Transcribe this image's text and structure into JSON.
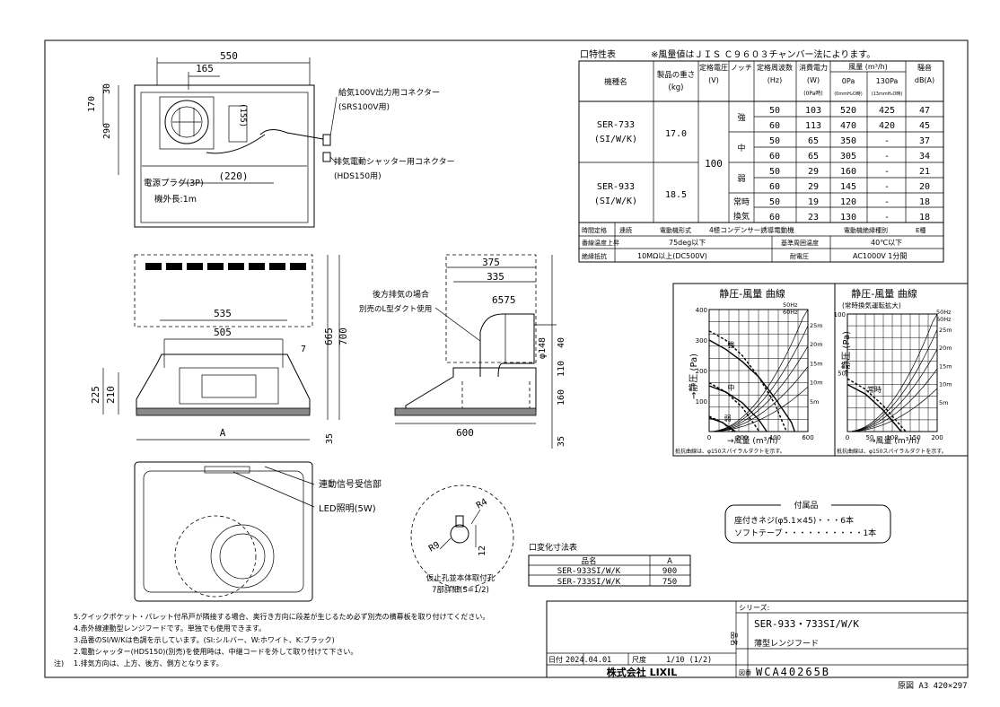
{
  "spec_table": {
    "title": "口特性表",
    "note": "※風量値はＪＩＳ Ｃ９６０３チャンバー法によります。",
    "headers": {
      "model": "機種名",
      "weight": "製品の重さ",
      "weight_unit": "(kg)",
      "voltage": "定格電圧",
      "voltage_unit": "(V)",
      "notch": "ノッチ",
      "freq": "定格周波数",
      "freq_unit": "(Hz)",
      "power": "消費電力",
      "power_unit": "(W)",
      "power_sub": "(0Pa時)",
      "airflow": "風量 (m³/h)",
      "airflow_0": "0Pa",
      "airflow_130": "130Pa",
      "airflow_0_sub": "(0mmH₂O時)",
      "airflow_130_sub": "(13mmH₂O時)",
      "noise": "騒音",
      "noise_unit": "dB(A)"
    },
    "models": [
      {
        "name": "SER-733",
        "variant": "(SI/W/K)",
        "weight": "17.0"
      },
      {
        "name": "SER-933",
        "variant": "(SI/W/K)",
        "weight": "18.5"
      }
    ],
    "voltage_value": "100",
    "notch_labels": [
      "強",
      "中",
      "弱",
      "常時",
      "換気"
    ],
    "rows": [
      [
        "50",
        "103",
        "520",
        "425",
        "47"
      ],
      [
        "60",
        "113",
        "470",
        "420",
        "45"
      ],
      [
        "50",
        "65",
        "350",
        "-",
        "37"
      ],
      [
        "60",
        "65",
        "305",
        "-",
        "34"
      ],
      [
        "50",
        "29",
        "160",
        "-",
        "21"
      ],
      [
        "60",
        "29",
        "145",
        "-",
        "20"
      ],
      [
        "50",
        "19",
        "120",
        "-",
        "18"
      ],
      [
        "60",
        "23",
        "130",
        "-",
        "18"
      ]
    ],
    "footer": [
      [
        "時間定格",
        "連続",
        "電動機形式",
        "4極コンデンサー誘導電動機",
        "電動機絶縁種別",
        "E種"
      ],
      [
        "番線温度上昇",
        "75deg以下",
        "基準周囲温度",
        "40℃以下"
      ],
      [
        "絶縁抵抗",
        "10MΩ以上(DC500V)",
        "耐電圧",
        "AC1000V 1分間"
      ]
    ]
  },
  "top_view": {
    "dims": [
      "550",
      "165",
      "30",
      "170",
      "290",
      "(155)",
      "(220)"
    ],
    "connector_1": "給気100V出力用コネクター",
    "connector_1_sub": "(SRS100V用)",
    "connector_2": "排気電動シャッター用コネクター",
    "connector_2_sub": "(HDS150用)",
    "plug": "電源プラグ(3P)",
    "cord": "機外長:1m"
  },
  "front_view": {
    "dims": [
      "535",
      "505",
      "7",
      "665",
      "700",
      "225",
      "210",
      "A",
      "35"
    ]
  },
  "side_view": {
    "dims": [
      "375",
      "335",
      "6575",
      "φ148",
      "40",
      "110",
      "160",
      "600",
      "35"
    ],
    "rear_exhaust": "後方排気の場合",
    "rear_exhaust_sub": "別売のL型ダクト使用"
  },
  "bottom_view": {
    "label_signal": "連動信号受信部",
    "label_led": "LED照明(5W)"
  },
  "detail": {
    "r4": "R4",
    "r9": "R9",
    "d12": "12",
    "caption_1": "仮止孔並本体取付孔",
    "caption_2": "7部詳細(S=1/2)"
  },
  "change_table": {
    "title": "口変化寸法表",
    "header_name": "品名",
    "header_a": "A",
    "rows": [
      [
        "SER-933SI/W/K",
        "900"
      ],
      [
        "SER-733SI/W/K",
        "750"
      ]
    ]
  },
  "accessories": {
    "title": "付属品",
    "line1": "座付きネジ(φ5.1×45)・・・6本",
    "line2": "ソフトテープ・・・・・・・・・・1本"
  },
  "chart_data": [
    {
      "type": "line",
      "title": "静圧-風量 曲線",
      "xlabel": "→風量 (m³/h)",
      "ylabel": "→静圧 (Pa)",
      "xlim": [
        0,
        600
      ],
      "ylim": [
        0,
        400
      ],
      "x_ticks": [
        "0",
        "200",
        "400",
        "600"
      ],
      "y_ticks": [
        "100",
        "200",
        "300",
        "400"
      ],
      "right_labels": [
        "25m",
        "20m",
        "15m",
        "10m",
        "5m"
      ],
      "legend": [
        "50Hz",
        "60Hz"
      ],
      "curve_labels": [
        "強",
        "中",
        "弱"
      ],
      "footnote": "抵抗曲線は、φ150スパイラルダクトを示す。",
      "series": [
        {
          "name": "強 50Hz",
          "x": [
            0,
            100,
            200,
            300,
            400,
            500,
            520
          ],
          "y": [
            300,
            270,
            230,
            180,
            110,
            30,
            0
          ]
        },
        {
          "name": "強 60Hz",
          "x": [
            0,
            100,
            200,
            300,
            400,
            470
          ],
          "y": [
            330,
            300,
            250,
            180,
            90,
            0
          ]
        },
        {
          "name": "中 50Hz",
          "x": [
            0,
            100,
            200,
            300,
            350
          ],
          "y": [
            150,
            130,
            95,
            40,
            0
          ]
        },
        {
          "name": "中 60Hz",
          "x": [
            0,
            100,
            200,
            305
          ],
          "y": [
            160,
            130,
            80,
            0
          ]
        },
        {
          "name": "弱 50Hz",
          "x": [
            0,
            80,
            160
          ],
          "y": [
            45,
            30,
            0
          ]
        },
        {
          "name": "弱 60Hz",
          "x": [
            0,
            80,
            145
          ],
          "y": [
            50,
            30,
            0
          ]
        }
      ]
    },
    {
      "type": "line",
      "title": "静圧-風量 曲線",
      "subtitle": "(常時換気運転拡大)",
      "xlabel": "→風量 (m³/h)",
      "ylabel": "→静圧 (Pa)",
      "xlim": [
        0,
        200
      ],
      "ylim": [
        0,
        100
      ],
      "x_ticks": [
        "0",
        "50",
        "100",
        "150",
        "200"
      ],
      "y_ticks": [
        "50",
        "100"
      ],
      "right_labels": [
        "25m",
        "20m",
        "15m",
        "10m",
        "5m"
      ],
      "legend": [
        "50Hz",
        "60Hz"
      ],
      "curve_labels": [
        "常時"
      ],
      "footnote": "抵抗曲線は、φ150スパイラルダクトを示す。",
      "series": [
        {
          "name": "常時 50Hz",
          "x": [
            0,
            40,
            80,
            120
          ],
          "y": [
            40,
            32,
            18,
            0
          ]
        },
        {
          "name": "常時 60Hz",
          "x": [
            0,
            40,
            80,
            130
          ],
          "y": [
            45,
            36,
            22,
            0
          ]
        }
      ]
    }
  ],
  "notes": [
    "5.クイックポケット・パレット付吊戸が隣接する場合、奥行き方向に段差が生じるため必ず別売の横幕板を取り付けてください。",
    "4.赤外線連動型レンジフードです。単独でも使用できます。",
    "3.品番のSI/W/Kは色調を示しています。(SI:シルバー、W:ホワイト、K:ブラック)",
    "2.電動シャッター(HDS150)(別売)を使用時は、中継コードを外して取り付けて下さい。",
    "1.排気方向は、上方、後方、側方となります。"
  ],
  "notes_prefix": "注)",
  "title_block": {
    "series_label": "シリーズ:",
    "series_value": "SER-933・733SI/W/K",
    "name_label": "品名",
    "name_value": "薄型レンジフード",
    "date_label": "日付",
    "date_value": "2024.04.01",
    "scale_label": "尺度",
    "scale_value": "1/10 (1/2)",
    "company": "株式会社 LIXIL",
    "drawing_label": "図番",
    "drawing_value": "WCA40265B",
    "paper": "原図 A3 420×297"
  }
}
